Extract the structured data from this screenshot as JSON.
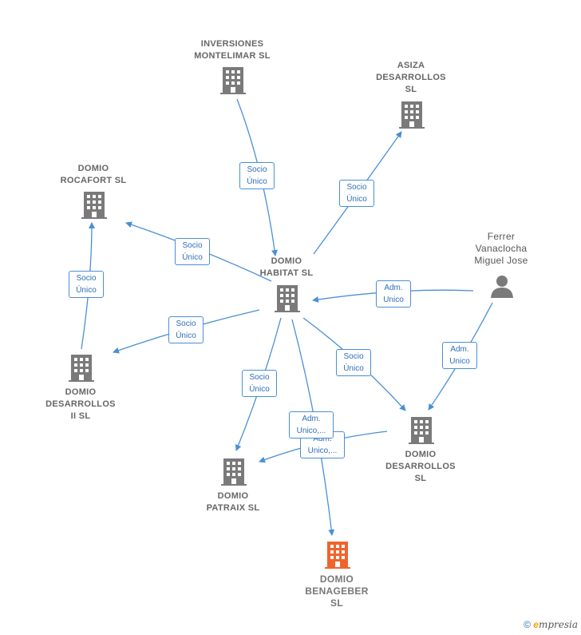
{
  "colors": {
    "edge": "#4a8fd6",
    "building": "#7a7a7a",
    "target": "#f0642c"
  },
  "nodes": {
    "inversiones": {
      "label": "INVERSIONES\nMONTELIMAR SL",
      "icon": "building-icon"
    },
    "asiza": {
      "label": "ASIZA\nDESARROLLOS\nSL",
      "icon": "building-icon"
    },
    "rocafort": {
      "label": "DOMIO\nROCAFORT  SL",
      "icon": "building-icon"
    },
    "habitat": {
      "label": "DOMIO\nHABITAT  SL",
      "icon": "building-icon"
    },
    "ferrer": {
      "label": "Ferrer\nVanaclocha\nMiguel Jose",
      "icon": "person-icon"
    },
    "desarrollos2": {
      "label": "DOMIO\nDESARROLLOS\nII  SL",
      "icon": "building-icon"
    },
    "patraix": {
      "label": "DOMIO\nPATRAIX  SL",
      "icon": "building-icon"
    },
    "desarrollos": {
      "label": "DOMIO\nDESARROLLOS\nSL",
      "icon": "building-icon"
    },
    "benageber": {
      "label": "DOMIO\nBENAGEBER\nSL",
      "icon": "building-icon"
    }
  },
  "edge_labels": {
    "inv_habitat": "Socio\nÚnico",
    "habitat_asiza": "Socio\nÚnico",
    "habitat_rocafort": "Socio\nÚnico",
    "des2_rocafort": "Socio\nÚnico",
    "ferrer_habitat": "Adm.\nUnico",
    "habitat_des2": "Socio\nÚnico",
    "ferrer_desarrollos": "Adm.\nUnico",
    "habitat_desarrollos": "Socio\nÚnico",
    "habitat_patraix": "Socio\nÚnico",
    "desarrollos_patraix": "Adm.\nUnico,...",
    "habitat_benageber": "Adm.\nUnico,..."
  },
  "footer": {
    "copyright": "©",
    "brand_e": "e",
    "brand_rest": "mpresia"
  }
}
